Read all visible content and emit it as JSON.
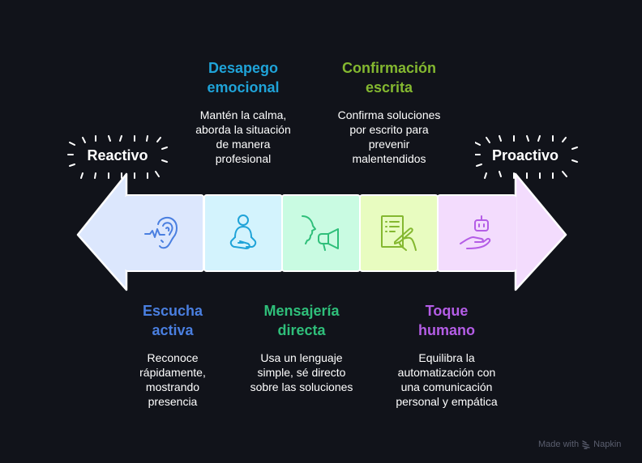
{
  "diagram": {
    "direction": {
      "left_label": "Reactivo",
      "right_label": "Proactivo"
    },
    "stages": [
      {
        "title_l1": "Escucha",
        "title_l2": "activa",
        "desc": [
          "Reconoce",
          "rápidamente,",
          "mostrando",
          "presencia"
        ],
        "color": "#4a7fe0",
        "bg": "#dce7fd",
        "icon": "ear-sound-icon",
        "position": "bottom"
      },
      {
        "title_l1": "Desapego",
        "title_l2": "emocional",
        "desc": [
          "Mantén la calma,",
          "aborda la situación",
          "de manera",
          "profesional"
        ],
        "color": "#1fa3d8",
        "bg": "#d3f3fd",
        "icon": "meditation-icon",
        "position": "top"
      },
      {
        "title_l1": "Mensajería",
        "title_l2": "directa",
        "desc": [
          "Usa un lenguaje",
          "simple, sé directo",
          "sobre las soluciones"
        ],
        "color": "#2fbf7a",
        "bg": "#c9fbe2",
        "icon": "megaphone-speaker-icon",
        "position": "bottom"
      },
      {
        "title_l1": "Confirmación",
        "title_l2": "escrita",
        "desc": [
          "Confirma soluciones",
          "por escrito para",
          "prevenir",
          "malentendidos"
        ],
        "color": "#84b830",
        "bg": "#e8fcc0",
        "icon": "written-document-icon",
        "position": "top"
      },
      {
        "title_l1": "Toque",
        "title_l2": "humano",
        "desc": [
          "Equilibra la",
          "automatización con",
          "una comunicación",
          "personal y empática"
        ],
        "color": "#b45de6",
        "bg": "#f3dcfd",
        "icon": "robot-hand-icon",
        "position": "bottom"
      }
    ]
  },
  "footer": {
    "made_with": "Made with",
    "brand": "Napkin"
  }
}
